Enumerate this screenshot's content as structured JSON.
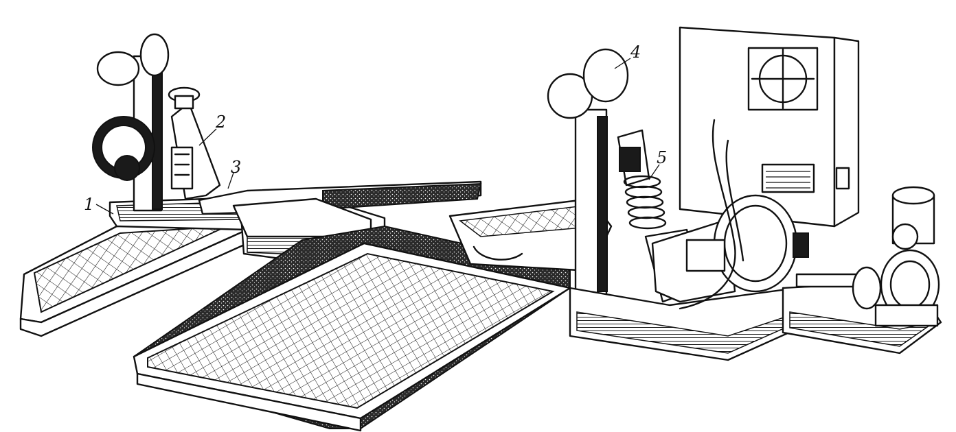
{
  "callouts": [
    {
      "id": "1",
      "label": "1"
    },
    {
      "id": "2",
      "label": "2"
    },
    {
      "id": "3",
      "label": "3"
    },
    {
      "id": "4",
      "label": "4"
    },
    {
      "id": "5",
      "label": "5"
    }
  ],
  "colors": {
    "ink": "#111111",
    "paper": "#ffffff",
    "shade": "#1a1a1a"
  }
}
